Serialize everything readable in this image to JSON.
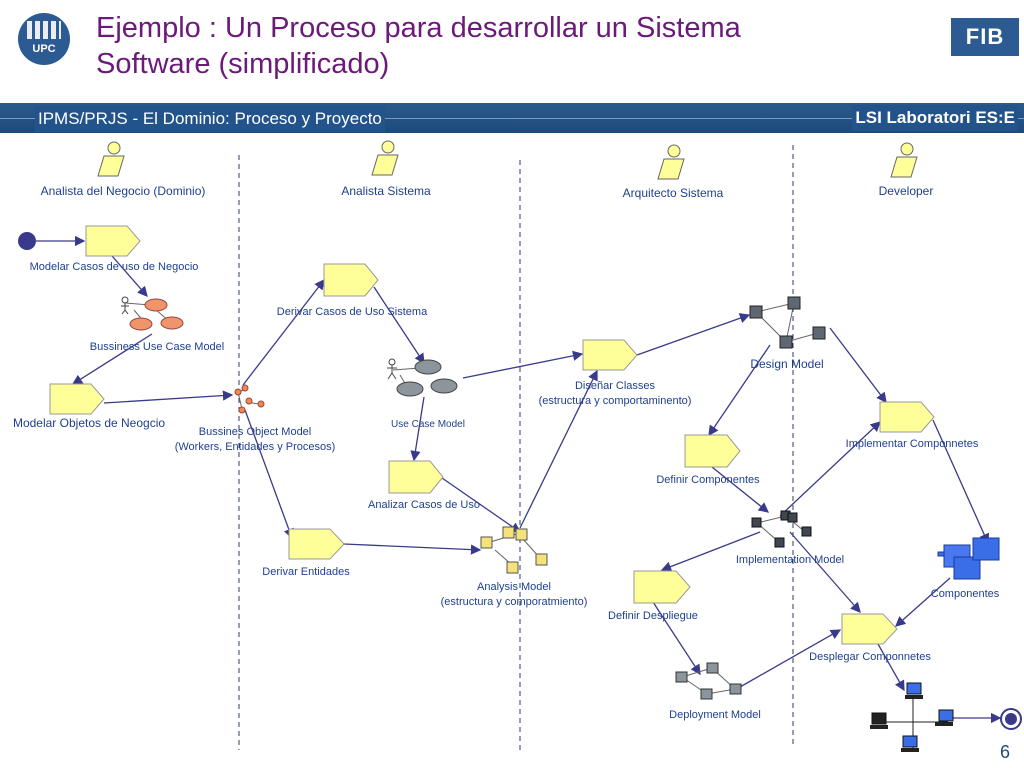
{
  "header": {
    "title_line1": "Ejemplo : Un Proceso para desarrollar un Sistema",
    "title_line2": "Software (simplificado)",
    "subtitle": "IPMS/PRJS - El Dominio: Proceso y Proyecto",
    "lab": "LSI Laboratori ES:E",
    "logo_left": "UPC",
    "logo_right": "FIB"
  },
  "roles": [
    "Analista del Negocio (Dominio)",
    "Analista Sistema",
    "Arquitecto Sistema",
    "Developer"
  ],
  "activities": {
    "modelar_cu_negocio": "Modelar Casos de uso de Negocio",
    "modelar_objetos": "Modelar Objetos de Neogcio",
    "derivar_cu_sistema": "Derivar Casos de Uso Sistema",
    "analizar_cu": "Analizar Casos de Uso",
    "derivar_entidades": "Derivar Entidades",
    "disenar_classes_1": "Diseñar Classes",
    "disenar_classes_2": "(estructura y comportaminento)",
    "definir_componentes": "Definir Componentes",
    "implementar_componentes": "Implementar Componnetes",
    "definir_despliegue": "Definir Despliegue",
    "desplegar_componentes": "Desplegar Componnetes"
  },
  "artifacts": {
    "business_uc_model": "Bussiness Use Case Model",
    "business_object_model_1": "Bussines Object Model",
    "business_object_model_2": "(Workers, Entidades y Procesos)",
    "use_case_model": "Use Case Model",
    "analysis_model_1": "Analysis Model",
    "analysis_model_2": "(estructura y comporatmiento)",
    "design_model": "Design Model",
    "implementation_model": "Implementation Model",
    "componentes": "Componentes",
    "deployment_model": "Deployment Model"
  },
  "footer": {
    "page_number": "6"
  },
  "colors": {
    "title": "#6b1a7a",
    "band": "#1d4a7b",
    "activity_fill": "#ffff99",
    "arrow": "#3a3a8c",
    "label": "#1f3f8f",
    "component": "#3a6ee8"
  }
}
